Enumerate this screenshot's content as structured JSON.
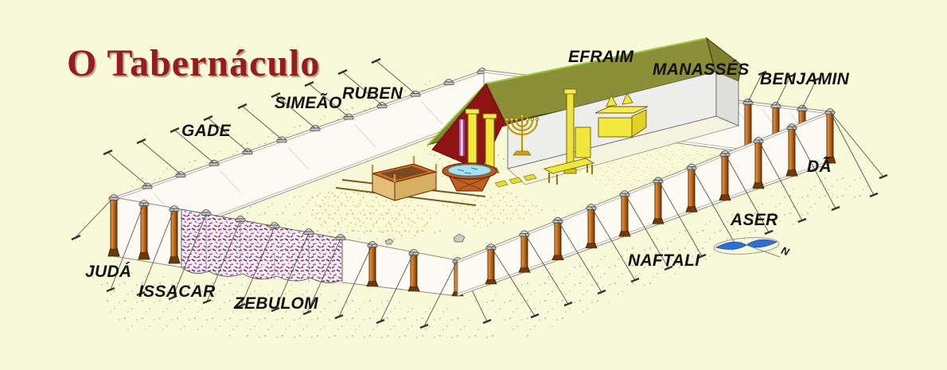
{
  "title": "O Tabernáculo",
  "tribes": {
    "gade": "GADE",
    "simeao": "SIMEÃO",
    "ruben": "RUBEN",
    "efraim": "EFRAIM",
    "manasses": "MANASSÉS",
    "benjamin": "BENJAMIN",
    "da": "DÃ",
    "aser": "ASER",
    "naftali": "NAFTALI",
    "juda": "JUDÁ",
    "issacar": "ISSACAR",
    "zebulom": "ZEBULOM"
  },
  "compass": {
    "north_label": "N"
  },
  "icons": {
    "compass_rose": "compass-rose-icon",
    "menorah": "menorah-icon",
    "ark": "ark-of-covenant-icon",
    "bronze_altar": "bronze-altar-icon",
    "laver": "laver-icon"
  },
  "colors": {
    "background": "#F7F9D9",
    "title_red": "#9A1B1B",
    "label_black": "#121212",
    "roof_olive": "#8C8E38",
    "roof_red_trim": "#A81212",
    "gable_maroon": "#8E1414",
    "post_orange": "#C97321",
    "curtain_white": "#FBFBF3",
    "gold": "#F2E83E",
    "water_blue": "#A6E2F0",
    "compass_blue": "#2E6FD8"
  }
}
